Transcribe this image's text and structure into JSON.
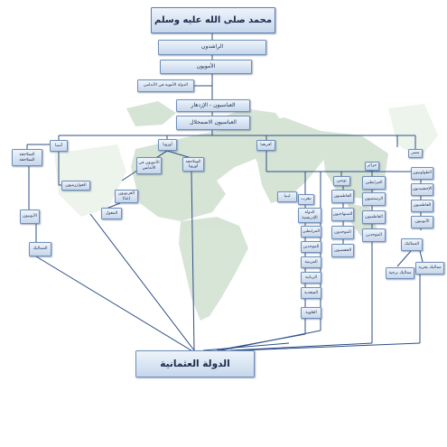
{
  "diagram": {
    "colors": {
      "box_top": "#eef4fb",
      "box_bottom": "#c6d7ec",
      "box_border": "#6f8fba",
      "line": "#2f4f86",
      "map": "#c9dcc9"
    },
    "nodes": {
      "prophet": "محمد صلى الله عليه وسلم",
      "rashidun": "الراشدون",
      "umayyads": "الأمويون",
      "umayyad_andalus": "الدولة الأموية في الأندلس",
      "abbasids_prosperity": "العباسيون - الإزدهار",
      "abbasids_decline": "العباسيون الاضمحلال",
      "asia": "آسيا",
      "europe": "أوروبا",
      "africa": "أفريقيا",
      "seljuks_asia": "السلاجقة السلاجقة",
      "khwarazm": "الخوارزميون",
      "ghaznavids_india": "الغزنويون (غنا)",
      "mughals": "المغول",
      "umayyads_andalus_2": "الأمويون في الأندلس",
      "seljuks_europe": "السلاجقة أوروبا",
      "ayyubids_left": "الأيوبيون",
      "mamluks_left": "المماليك",
      "maghreb": "مغرب",
      "libya": "ليبيا",
      "tunisia": "تونس",
      "algeria": "جزائر",
      "egypt": "مصر",
      "maghreb_list": [
        "الدولة الإدريسية",
        "المرابطين",
        "الموحدين",
        "المرينية",
        "الزيانية",
        "السعدية",
        "العلوية"
      ],
      "tunisia_list": [
        "الفاطميون",
        "الصنهاجيون",
        "الموحدون",
        "الحفصيون"
      ],
      "algeria_list": [
        "المرابطين",
        "الرستميون",
        "الفاطميون",
        "الموحدين"
      ],
      "egypt_list": [
        "الطولونيون",
        "الإخشيديون",
        "الفاطميون",
        "الأيوبيون"
      ],
      "mamluks": "المماليك",
      "bahri_mamluks": "مماليك بحرية",
      "burji_mamluks": "مماليك برجية",
      "ottoman": "الدولة العثمانية"
    }
  }
}
